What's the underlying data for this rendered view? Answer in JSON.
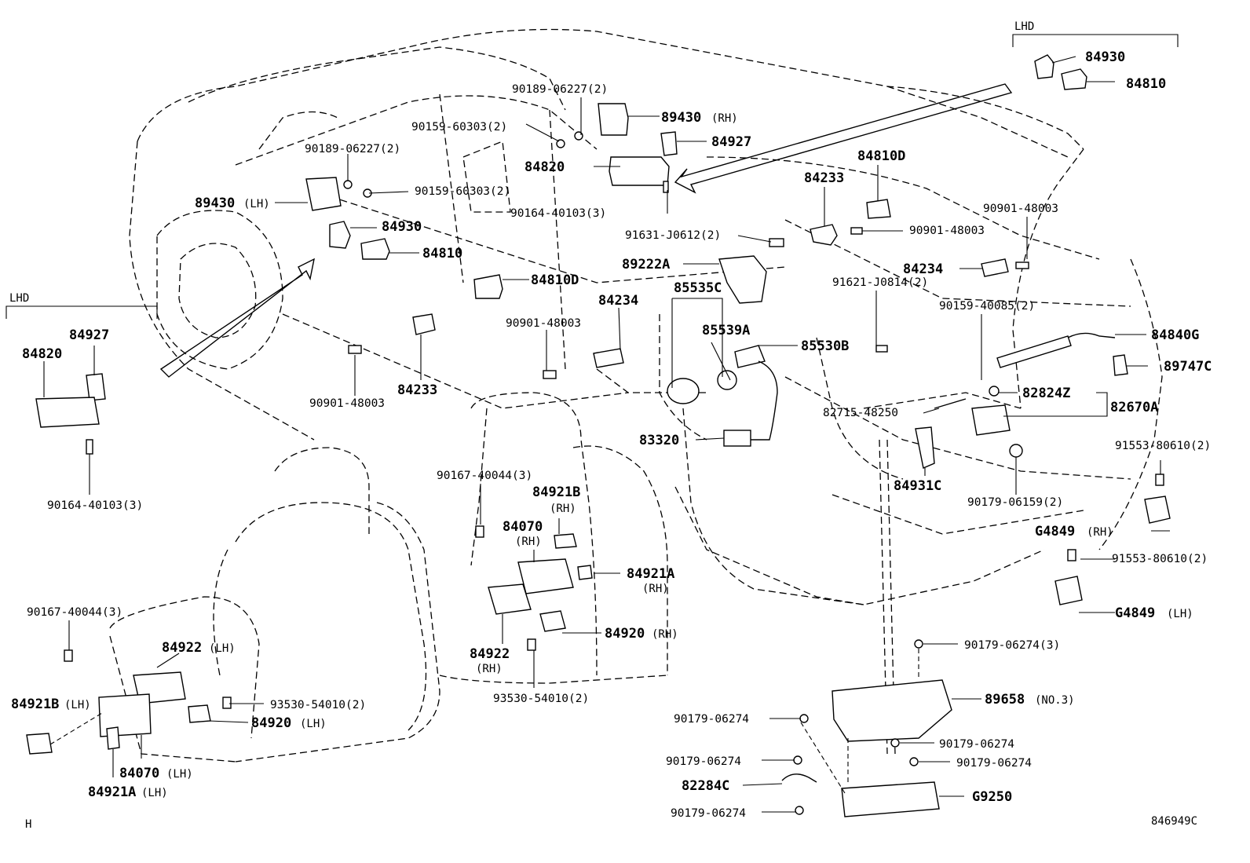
{
  "lhd_right": "LHD",
  "lhd_left": "LHD",
  "footer_left": "H",
  "diagram_id": "846949C",
  "labels": {
    "p84930_top": "84930",
    "p84810_top": "84810",
    "p89430rh": "89430",
    "p89430rh_s": "(RH)",
    "p84927_mid": "84927",
    "p84820_mid": "84820",
    "p90189_top": "90189-06227(2)",
    "p90159_a": "90159-60303(2)",
    "p90189_left": "90189-06227(2)",
    "p90159_b": "90159-60303(2)",
    "p90164_mid": "90164-40103(3)",
    "p89430lh": "89430",
    "p89430lh_s": "(LH)",
    "p84930_mid": "84930",
    "p84810_mid": "84810",
    "p84810d_top": "84810D",
    "p84233_top": "84233",
    "p90901_a": "90901-48003",
    "p90901_b": "90901-48003",
    "p91631": "91631-J0612(2)",
    "p84234_r": "84234",
    "p89222a": "89222A",
    "p84810d_mid": "84810D",
    "p85535c": "85535C",
    "p91621": "91621-J0814(2)",
    "p84234_m": "84234",
    "p90901_c": "90901-48003",
    "p85539a": "85539A",
    "p85530b": "85530B",
    "p90159_40085": "90159-40085(2)",
    "p84840g": "84840G",
    "p89747c": "89747C",
    "p82824z": "82824Z",
    "p82715": "82715-48250",
    "p82670a": "82670A",
    "p83320": "83320",
    "p84931c": "84931C",
    "p90179_06159": "90179-06159(2)",
    "p91553_a": "91553-80610(2)",
    "pg4849rh": "G4849",
    "pg4849rh_s": "(RH)",
    "p91553_b": "91553-80610(2)",
    "pg4849lh": "G4849",
    "pg4849lh_s": "(LH)",
    "p84927_l": "84927",
    "p84820_l": "84820",
    "p90164_l": "90164-40103(3)",
    "p84233_mid": "84233",
    "p90901_d": "90901-48003",
    "p90167_a": "90167-40044(3)",
    "p84921b_rh": "84921B",
    "p84921b_rh_s": "(RH)",
    "p84070_rh": "84070",
    "p84070_rh_s": "(RH)",
    "p84921a_rh": "84921A",
    "p84921a_rh_s": "(RH)",
    "p84922_rh": "84922",
    "p84922_rh_s": "(RH)",
    "p84920_rh": "84920",
    "p84920_rh_s": "(RH)",
    "p93530_rh": "93530-54010(2)",
    "p90167_b": "90167-40044(3)",
    "p84922_lh": "84922",
    "p84922_lh_s": "(LH)",
    "p84921b_lh": "84921B",
    "p84921b_lh_s": "(LH)",
    "p93530_lh": "93530-54010(2)",
    "p84920_lh": "84920",
    "p84920_lh_s": "(LH)",
    "p84070_lh": "84070",
    "p84070_lh_s": "(LH)",
    "p84921a_lh": "84921A",
    "p84921a_lh_s": "(LH)",
    "p90179_06274_3": "90179-06274(3)",
    "p89658": "89658",
    "p89658_s": "(NO.3)",
    "p90179_a": "90179-06274",
    "p90179_b": "90179-06274",
    "p90179_c": "90179-06274",
    "p90179_d": "90179-06274",
    "p90179_e": "90179-06274",
    "p82284c": "82284C",
    "pg9250": "G9250"
  }
}
